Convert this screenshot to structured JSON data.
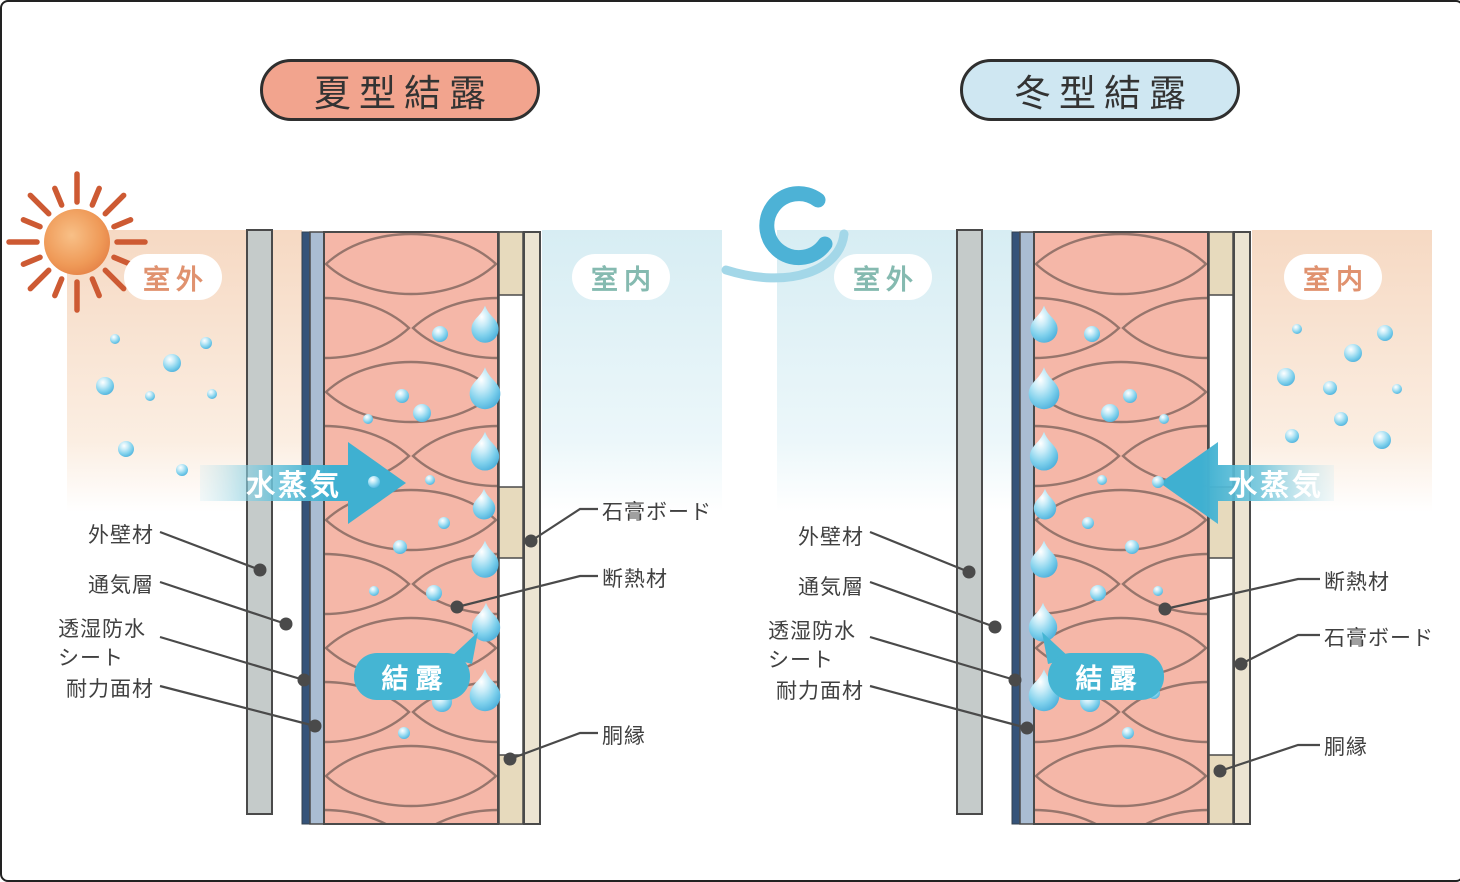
{
  "palette": {
    "summer_badge": "#f2a48e",
    "winter_badge": "#cfe7f2",
    "vapor_teal": "#45b5d3",
    "insulation_pink": "#f5b7a8",
    "wood_beige": "#e7dabd",
    "gypsum_beige": "#ece4d2",
    "exterior_gray": "#c5cbca",
    "sheet_navy": "#355379",
    "panel_bluegray": "#aabdd3",
    "warm_text": "#e0926f",
    "cool_text": "#85bab0"
  },
  "icons": {
    "summer_weather": "sun-icon",
    "winter_weather": "wind-swirl-icon",
    "moisture": "vapor-droplet-icon",
    "condensate": "condensation-teardrop-icon"
  },
  "panels": [
    {
      "title": "夏型結露",
      "outdoor_label": "室外",
      "indoor_label": "室内",
      "vapor_label": "水蒸気",
      "condensation_label": "結露",
      "layer_labels_left": [
        "外壁材",
        "通気層",
        "透湿防水シート",
        "耐力面材"
      ],
      "layer_labels_right": [
        "石膏ボード",
        "断熱材",
        "胴縁"
      ]
    },
    {
      "title": "冬型結露",
      "outdoor_label": "室外",
      "indoor_label": "室内",
      "vapor_label": "水蒸気",
      "condensation_label": "結露",
      "layer_labels_left": [
        "外壁材",
        "通気層",
        "透湿防水シート",
        "耐力面材"
      ],
      "layer_labels_right": [
        "断熱材",
        "石膏ボード",
        "胴縁"
      ]
    }
  ]
}
